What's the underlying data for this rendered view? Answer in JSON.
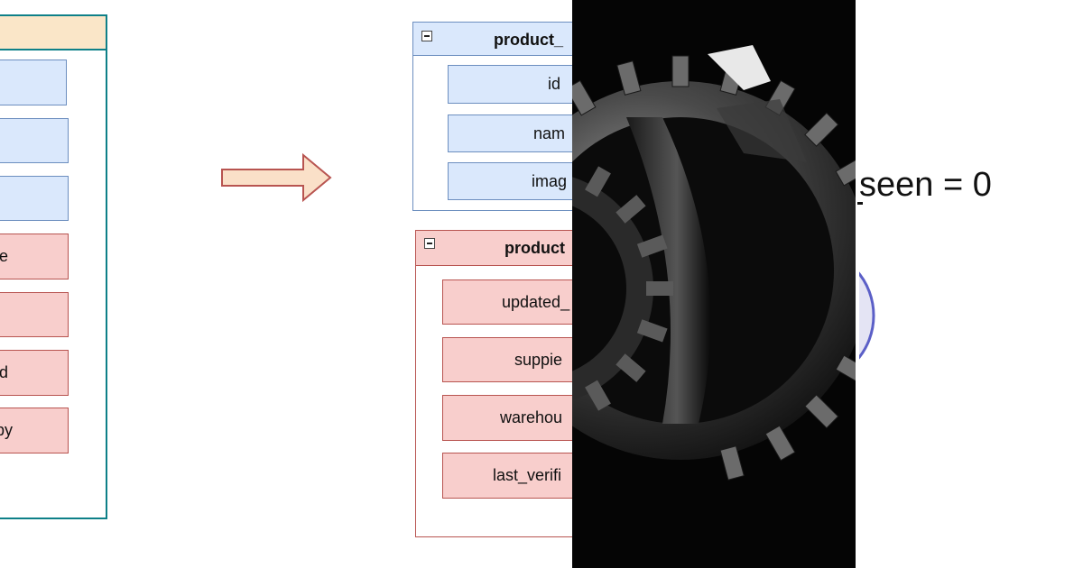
{
  "left_table": {
    "fields": [
      {
        "label": ""
      },
      {
        "label": ""
      },
      {
        "label": ""
      },
      {
        "label": "e"
      },
      {
        "label": ""
      },
      {
        "label": "d"
      },
      {
        "label": "by"
      }
    ]
  },
  "product_table_1": {
    "title": "product_",
    "fields": [
      {
        "label": "id"
      },
      {
        "label": "nam"
      },
      {
        "label": "imag"
      }
    ]
  },
  "product_table_2": {
    "title": "product",
    "fields": [
      {
        "label": "updated_"
      },
      {
        "label": "suppie"
      },
      {
        "label": "warehou"
      },
      {
        "label": "last_verifi"
      }
    ]
  },
  "formula": {
    "text": "seen = 0"
  },
  "photo": {
    "subject": "gears-photo"
  },
  "colors": {
    "blue_fill": "#dae8fc",
    "blue_stroke": "#6c8ebf",
    "red_fill": "#f8cecc",
    "red_stroke": "#b85450",
    "teal_border": "#0e8088",
    "header_orange": "#fae6c8",
    "arrow_fill": "#fae0c8",
    "arrow_stroke": "#b85450",
    "ellipse_stroke": "#5b5fc7",
    "ellipse_fill": "#e4e4f4"
  }
}
